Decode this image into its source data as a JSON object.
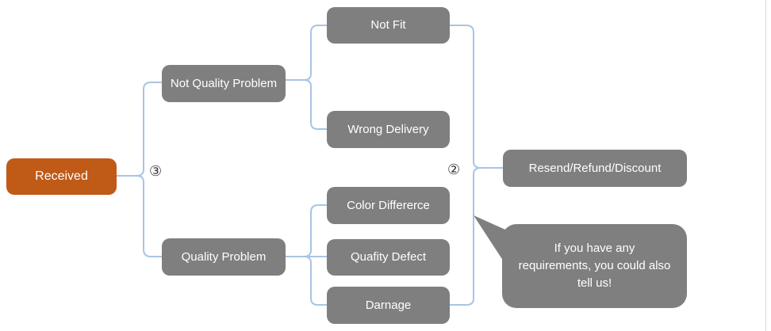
{
  "diagram": {
    "colors": {
      "root_fill": "#c05a17",
      "node_fill": "#7f7f7f",
      "connector_blue": "#a9c4e4",
      "node_text": "#ffffff",
      "marker_text": "#3a3a3a"
    },
    "nodes": {
      "received": {
        "label": "Received"
      },
      "not_quality_problem": {
        "label": "Not Quality Problem"
      },
      "quality_problem": {
        "label": "Quality Problem"
      },
      "not_fit": {
        "label": "Not Fit"
      },
      "wrong_delivery": {
        "label": "Wrong Delivery"
      },
      "color_differerce": {
        "label": "Color Differerce"
      },
      "quafity_defect": {
        "label": "Quafity Defect"
      },
      "darnage": {
        "label": "Darnage"
      },
      "resend_refund_discount": {
        "label": "Resend/Refund/Discount"
      }
    },
    "callout": {
      "text": "If you have any requirements, you could also tell us!"
    },
    "markers": {
      "step3": "③",
      "step2": "②"
    }
  }
}
